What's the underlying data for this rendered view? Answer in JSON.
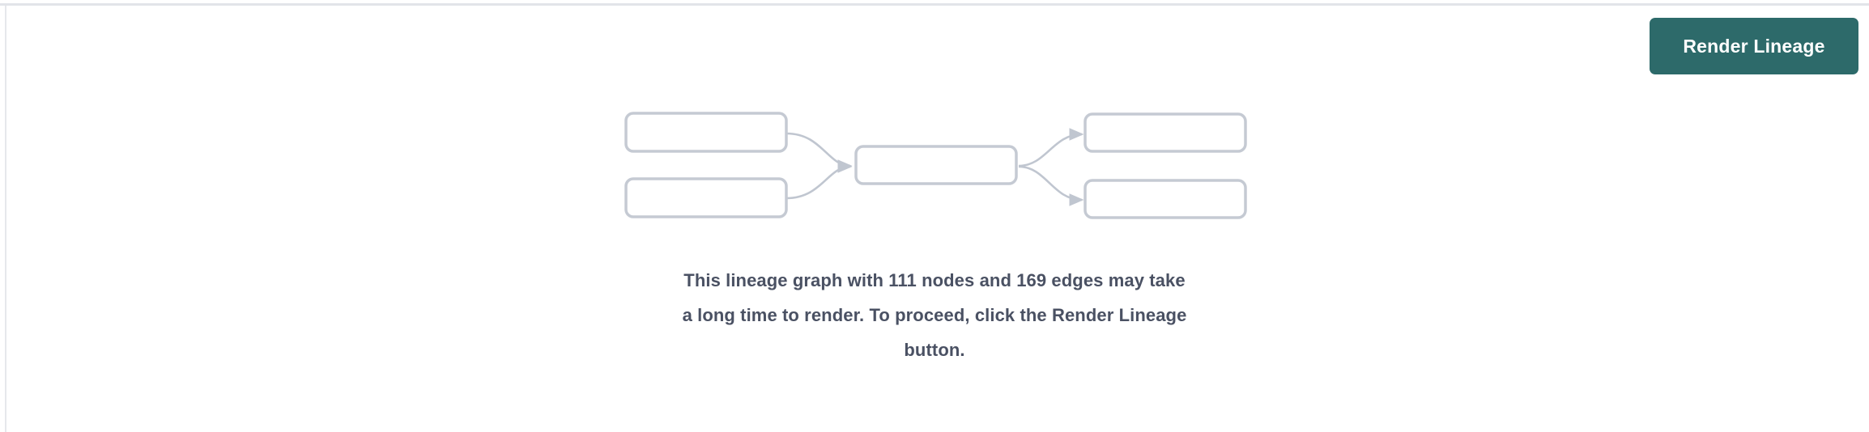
{
  "page": {
    "background_color": "#ffffff",
    "border_color": "#e2e4e9"
  },
  "toolbar": {
    "render_button_label": "Render Lineage",
    "render_button_color": "#2d6a6a",
    "render_button_text_color": "#ffffff"
  },
  "placeholder_graph": {
    "node_border_color": "#c5cad3",
    "edge_color": "#c0c6d0",
    "node_count_shown": 5,
    "nodes": [
      {
        "id": "left-top",
        "label": ""
      },
      {
        "id": "left-bottom",
        "label": ""
      },
      {
        "id": "center",
        "label": ""
      },
      {
        "id": "right-top",
        "label": ""
      },
      {
        "id": "right-bottom",
        "label": ""
      }
    ]
  },
  "message": {
    "text_color": "#4a5163",
    "node_count": "111",
    "edge_count": "169",
    "line1": "This lineage graph with 111 nodes and 169 edges may take",
    "line2": "a long time to render. To proceed, click the Render Lineage",
    "line3": "button.",
    "full_text": "This lineage graph with 111 nodes and 169 edges may take a long time to render. To proceed, click the Render Lineage button."
  }
}
